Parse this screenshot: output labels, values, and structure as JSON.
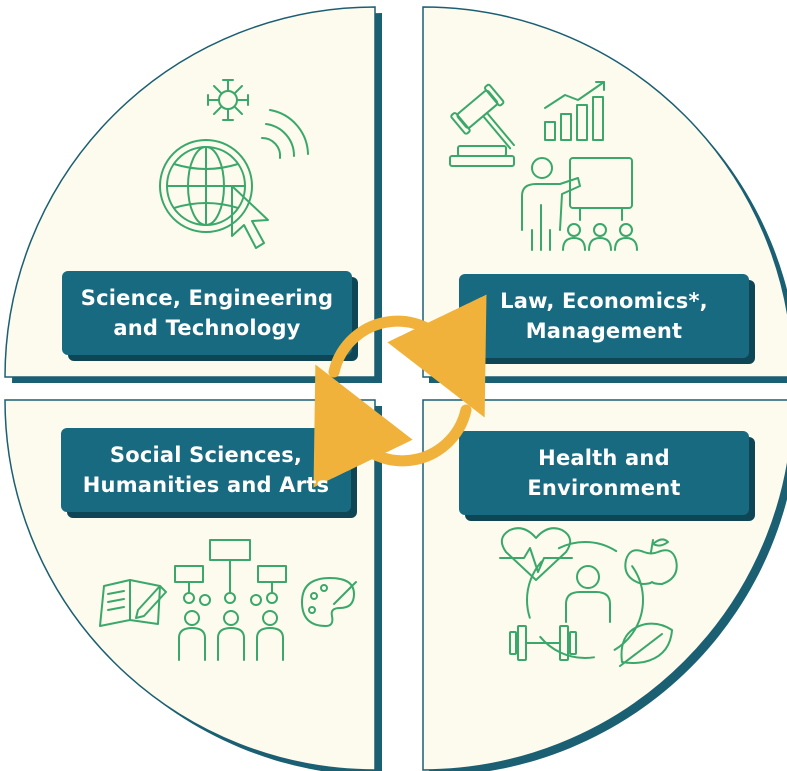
{
  "colors": {
    "quadrant_fill": "#fdfaee",
    "quadrant_edge": "#1b5f73",
    "label_fill": "#186a80",
    "label_text": "#ffffff",
    "icon_stroke": "#3aa86a",
    "cycle_arrows": "#f0b23a"
  },
  "quadrants": {
    "top_left": {
      "line1": "Science, Engineering",
      "line2": "and Technology",
      "icons": [
        "virus-icon",
        "globe-icon",
        "cursor-icon",
        "signal-waves-icon"
      ]
    },
    "top_right": {
      "line1": "Law, Economics*,",
      "line2": "Management",
      "icons": [
        "gavel-icon",
        "bar-chart-icon",
        "presenter-icon",
        "audience-icon"
      ]
    },
    "bottom_left": {
      "line1": "Social Sciences,",
      "line2": "Humanities and Arts",
      "icons": [
        "book-pen-icon",
        "org-chart-icon",
        "people-group-icon",
        "palette-icon"
      ]
    },
    "bottom_right": {
      "line1": "Health and",
      "line2": "Environment",
      "icons": [
        "heartbeat-icon",
        "apple-icon",
        "person-icon",
        "dumbbell-icon",
        "leaf-icon"
      ]
    }
  },
  "cycle": {
    "icon": "cycle-arrows-icon"
  }
}
